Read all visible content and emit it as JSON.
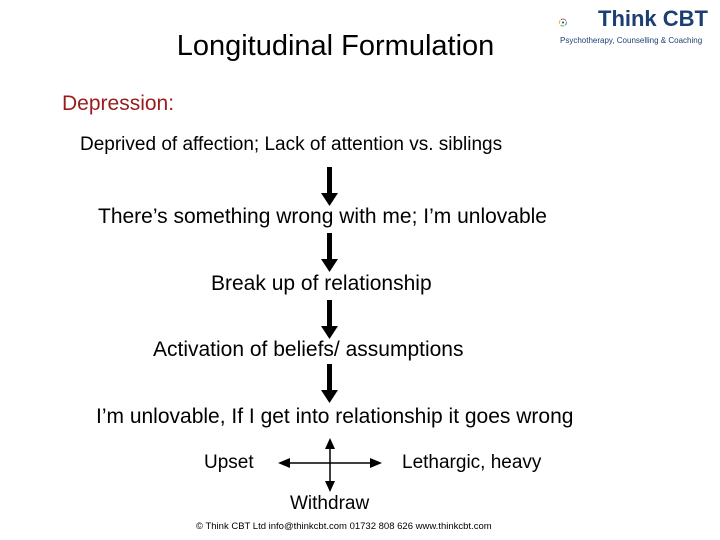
{
  "slide": {
    "title": "Longitudinal Formulation",
    "subtitle": "Depression:",
    "cause": "Deprived of affection; Lack of attention vs. siblings",
    "nodes": [
      "There’s something wrong with me; I’m unlovable",
      "Break up of relationship",
      "Activation of beliefs/ assumptions",
      "I’m unlovable, If I get into relationship it goes wrong"
    ],
    "outcomes": {
      "left": "Upset",
      "right": "Lethargic, heavy",
      "bottom": "Withdraw"
    },
    "footer": "© Think CBT Ltd   info@thinkcbt.com   01732 808 626   www.thinkcbt.com"
  },
  "logo": {
    "name": "Think CBT",
    "tagline": "Psychotherapy, Counselling & Coaching",
    "icon": "swirl-logo-icon",
    "colors": [
      "#1c3f73",
      "#e0612a",
      "#2a9ad6",
      "#7ab648",
      "#f2b632"
    ]
  }
}
